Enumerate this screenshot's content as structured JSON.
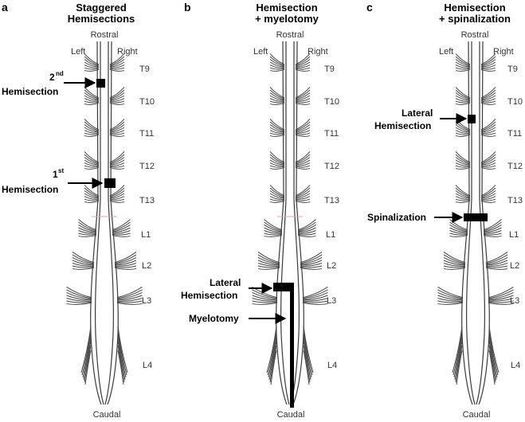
{
  "panels": [
    {
      "letter": "a",
      "title_line1": "Staggered",
      "title_line2": "Hemisections",
      "rostral": "Rostral",
      "caudal": "Caudal",
      "left": "Left",
      "right": "Right"
    },
    {
      "letter": "b",
      "title_line1": "Hemisection",
      "title_line2": "+ myelotomy",
      "rostral": "Rostral",
      "caudal": "Caudal",
      "left": "Left",
      "right": "Right"
    },
    {
      "letter": "c",
      "title_line1": "Hemisection",
      "title_line2": "+ spinalization",
      "rostral": "Rostral",
      "caudal": "Caudal",
      "left": "Left",
      "right": "Right"
    }
  ],
  "segments": [
    "T9",
    "T10",
    "T11",
    "T12",
    "T13",
    "L1",
    "L2",
    "L3",
    "L4"
  ],
  "annotations": {
    "a_second_num": "2",
    "a_second_sup": "nd",
    "a_second_word": "Hemisection",
    "a_first_num": "1",
    "a_first_sup": "st",
    "a_first_word": "Hemisection",
    "b_lateral_line1": "Lateral",
    "b_lateral_line2": "Hemisection",
    "b_myelotomy": "Myelotomy",
    "c_lateral_line1": "Lateral",
    "c_lateral_line2": "Hemisection",
    "c_spinalization": "Spinalization"
  },
  "colors": {
    "cord": "#3a3a3a",
    "lesion": "#000000",
    "landmark_line": "#e8a0a0"
  }
}
